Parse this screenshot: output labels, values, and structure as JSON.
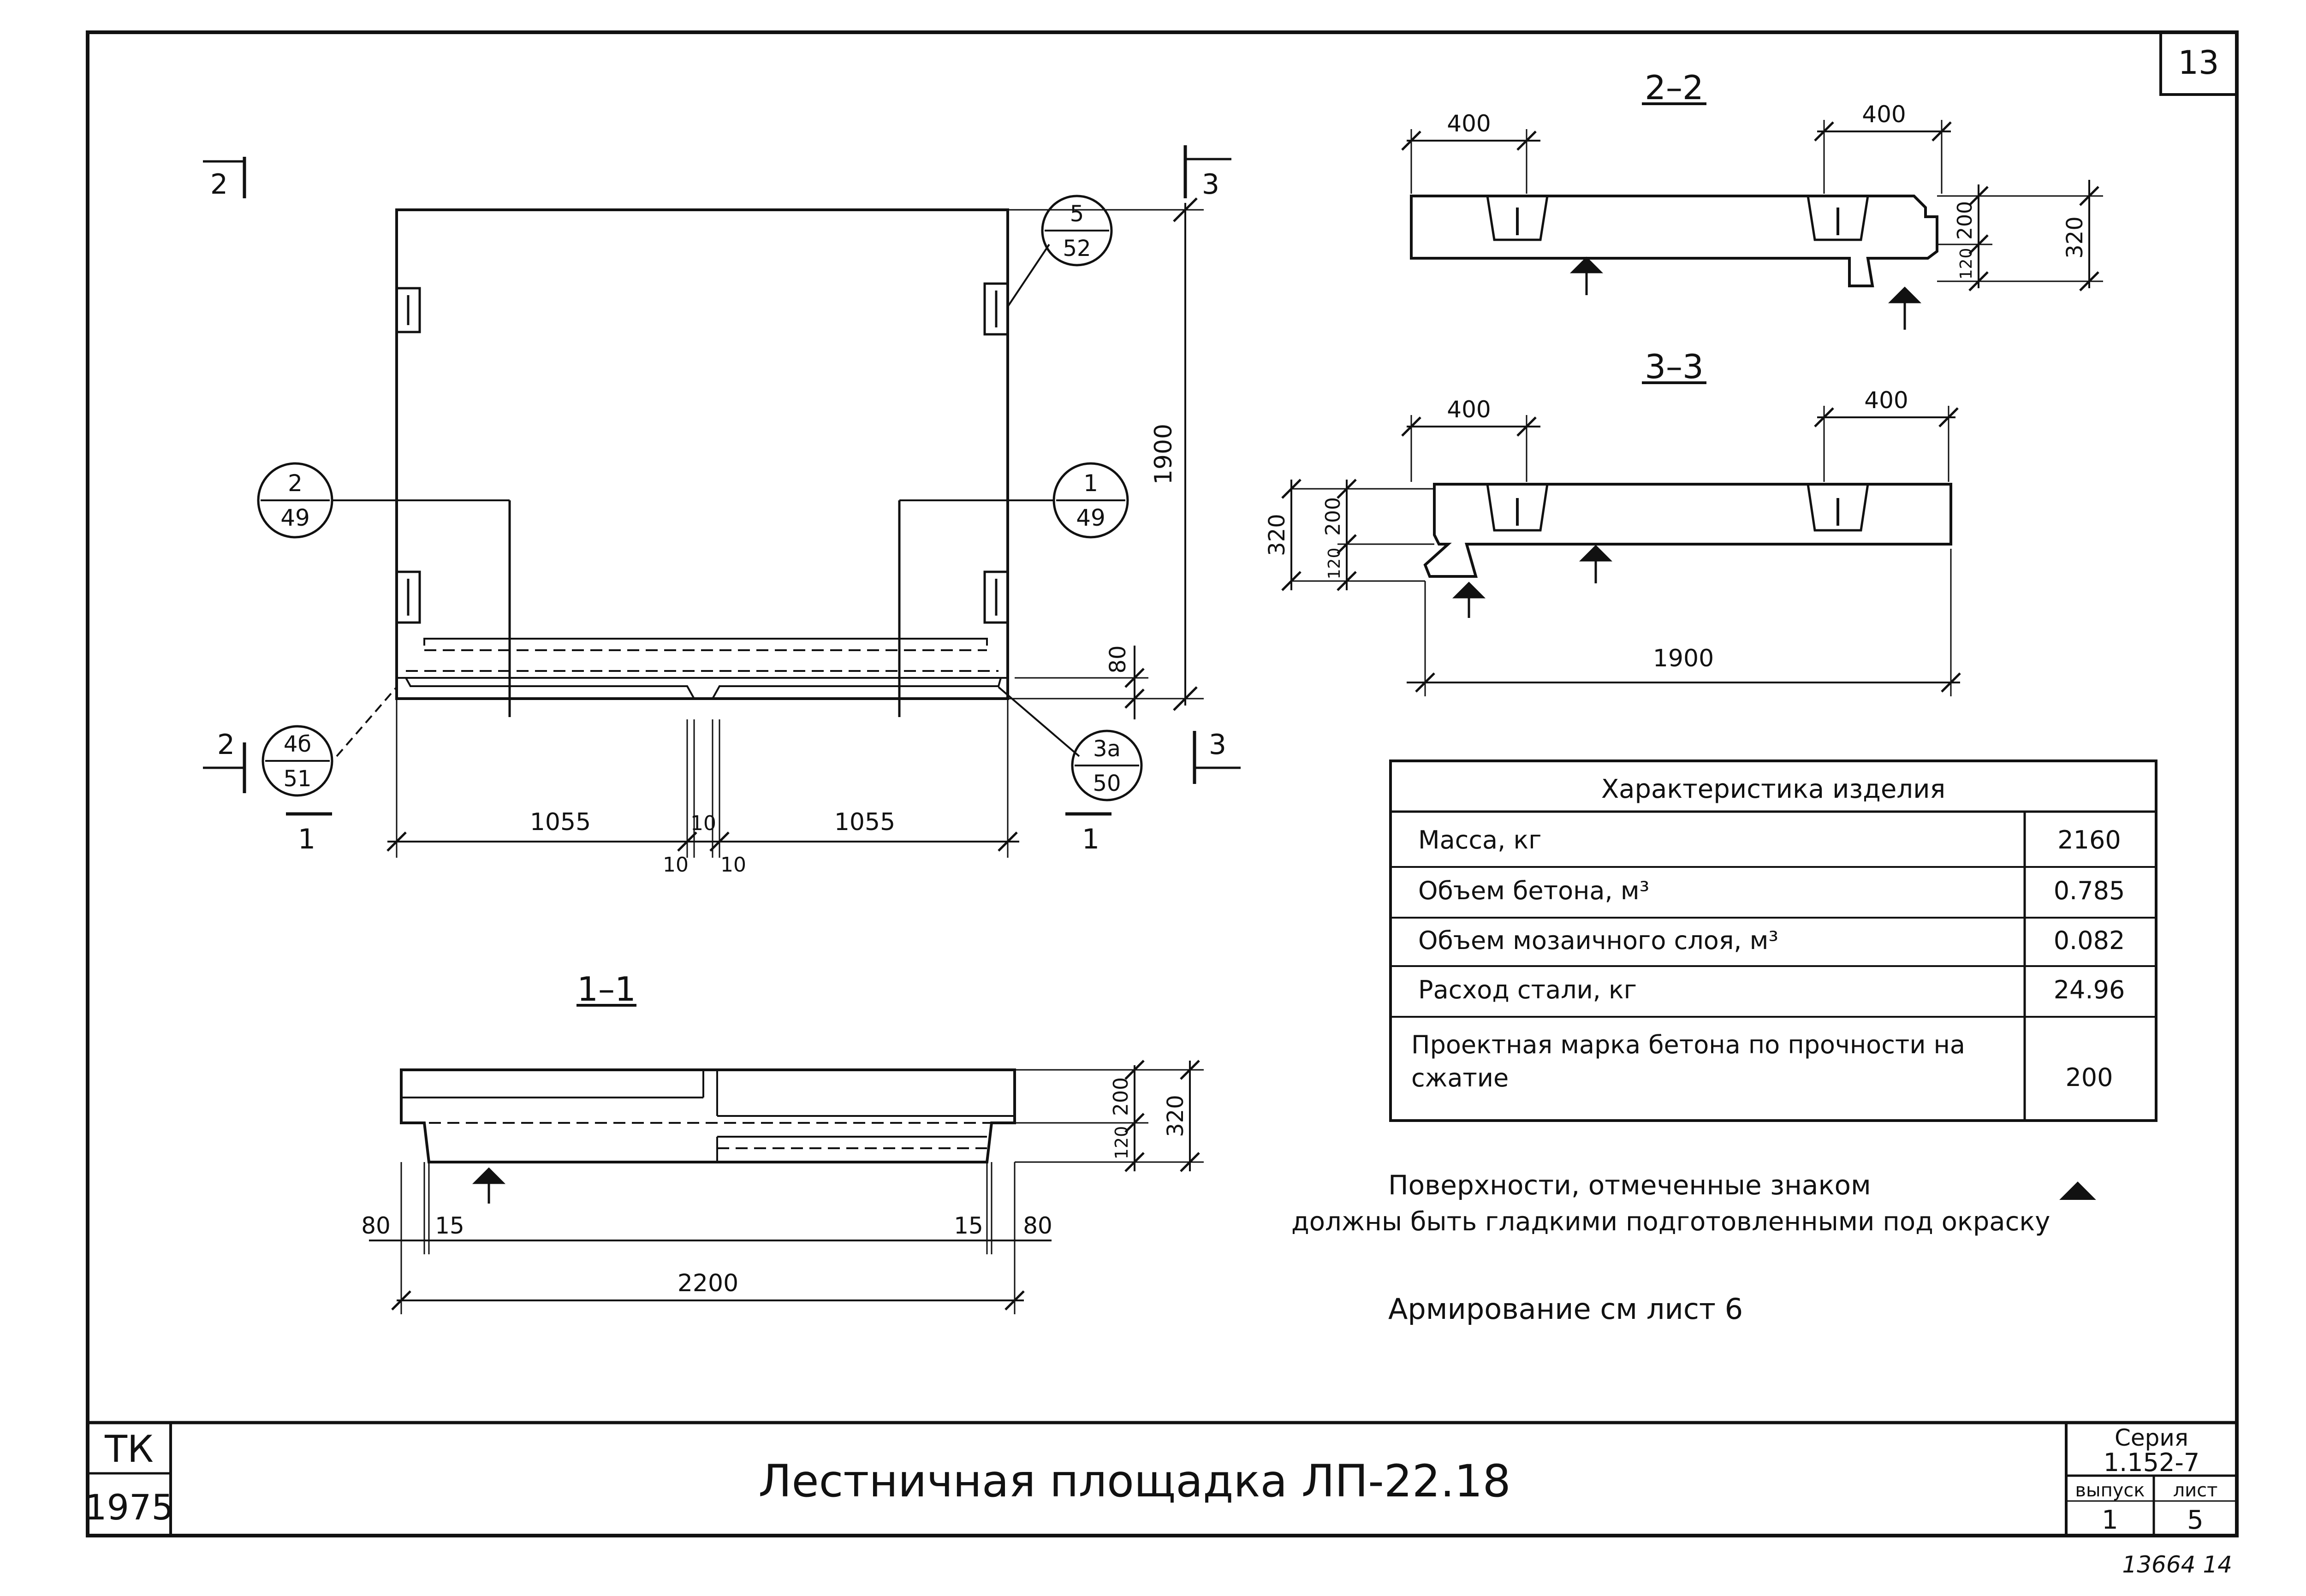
{
  "sheet_number": "13",
  "title": "Лестничная площадка ЛП-22.18",
  "stamp": {
    "org": "ТК",
    "year": "1975"
  },
  "series": {
    "label": "Серия",
    "value": "1.152-7",
    "issue_label": "выпуск",
    "issue": "1",
    "sheet_label": "лист",
    "sheet": "5"
  },
  "footnote": "13664  14",
  "plan": {
    "width_dim": "1900",
    "bottom_dims": [
      "1055",
      "10",
      "1055"
    ],
    "bottom_small": [
      "10",
      "10"
    ],
    "band_dim": "80",
    "section_marks": {
      "left_top": "2",
      "right_top": "3",
      "left_bottom": "2",
      "right_bottom": "3",
      "cut_left": "1",
      "cut_right": "1"
    },
    "callouts": [
      {
        "top": "5",
        "bottom": "52"
      },
      {
        "top": "2",
        "bottom": "49"
      },
      {
        "top": "1",
        "bottom": "49"
      },
      {
        "top": "4б",
        "bottom": "51"
      },
      {
        "top": "3а",
        "bottom": "50"
      }
    ]
  },
  "section_1_1": {
    "label": "1–1",
    "dims": {
      "total": "2200",
      "left_outer": "80",
      "left_inner": "15",
      "right_inner": "15",
      "right_outer": "80",
      "h_top": "200",
      "h_bottom": "120",
      "h_total": "320"
    }
  },
  "section_2_2": {
    "label": "2–2",
    "dims": {
      "left": "400",
      "right": "400",
      "h_top": "200",
      "h_bottom": "120",
      "h_total": "320"
    }
  },
  "section_3_3": {
    "label": "3–3",
    "dims": {
      "left": "400",
      "right": "400",
      "length": "1900",
      "h_top": "200",
      "h_bottom": "120",
      "h_total": "320"
    }
  },
  "characteristics": {
    "header": "Характеристика изделия",
    "rows": [
      {
        "name": "Масса, кг",
        "value": "2160"
      },
      {
        "name": "Объем бетона, м³",
        "value": "0.785"
      },
      {
        "name": "Объем мозаичного слоя, м³",
        "value": "0.082"
      },
      {
        "name": "Расход стали, кг",
        "value": "24.96"
      },
      {
        "name": "Проектная марка бетона по прочности на сжатие",
        "value": "200"
      }
    ]
  },
  "notes": {
    "line1": "Поверхности, отмеченные знаком",
    "line2": "должны быть гладкими подготовленными под окраску",
    "line3": "Армирование см лист 6"
  }
}
